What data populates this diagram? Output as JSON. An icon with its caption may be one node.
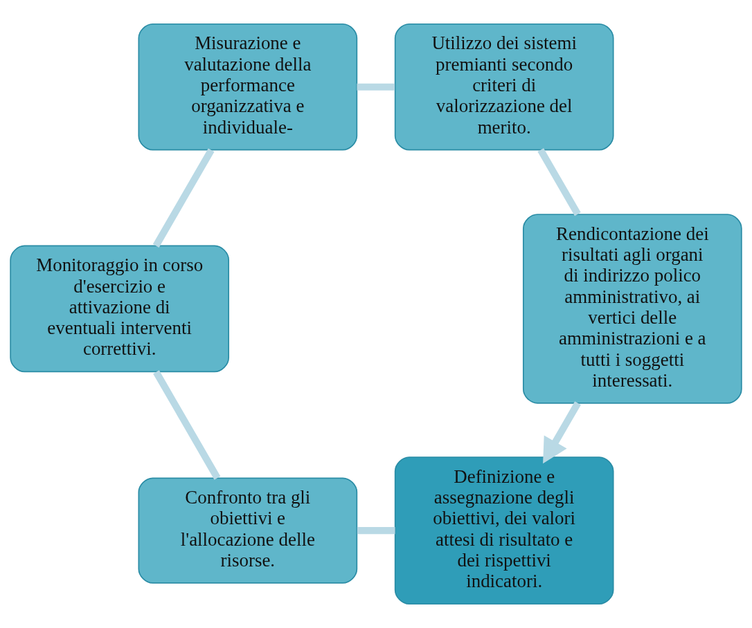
{
  "diagram": {
    "nodes": [
      {
        "text": [
          "Definizione e assegnazione degli obiettivi, dei valori attesi di risultato e dei rispettivi indicatori."
        ]
      },
      {
        "text": [
          "Confronto tra gli obiettivi e l'allocazione delle risorse."
        ]
      },
      {
        "text": [
          "Monitoraggio in corso d'esercizio e attivazione di eventuali interventi correttivi."
        ]
      },
      {
        "text": [
          "Misurazione e valutazione della performance organizzativa e individuale-"
        ]
      },
      {
        "text": [
          "Utilizzo dei sistemi premianti secondo criteri di valorizzazione del merito."
        ]
      },
      {
        "text": [
          "Rendicontazione dei risultati agli organi di indirizzo polico amministrativo, ai vertici delle amministrazioni e a tutti i soggetti interessati."
        ]
      }
    ],
    "edges": [
      {
        "from": 0,
        "to": 1,
        "arrow": "none"
      },
      {
        "from": 1,
        "to": 2,
        "arrow": "none"
      },
      {
        "from": 2,
        "to": 3,
        "arrow": "none"
      },
      {
        "from": 3,
        "to": 4,
        "arrow": "none"
      },
      {
        "from": 4,
        "to": 5,
        "arrow": "none"
      },
      {
        "from": 5,
        "to": 0,
        "arrow": "to"
      }
    ]
  }
}
